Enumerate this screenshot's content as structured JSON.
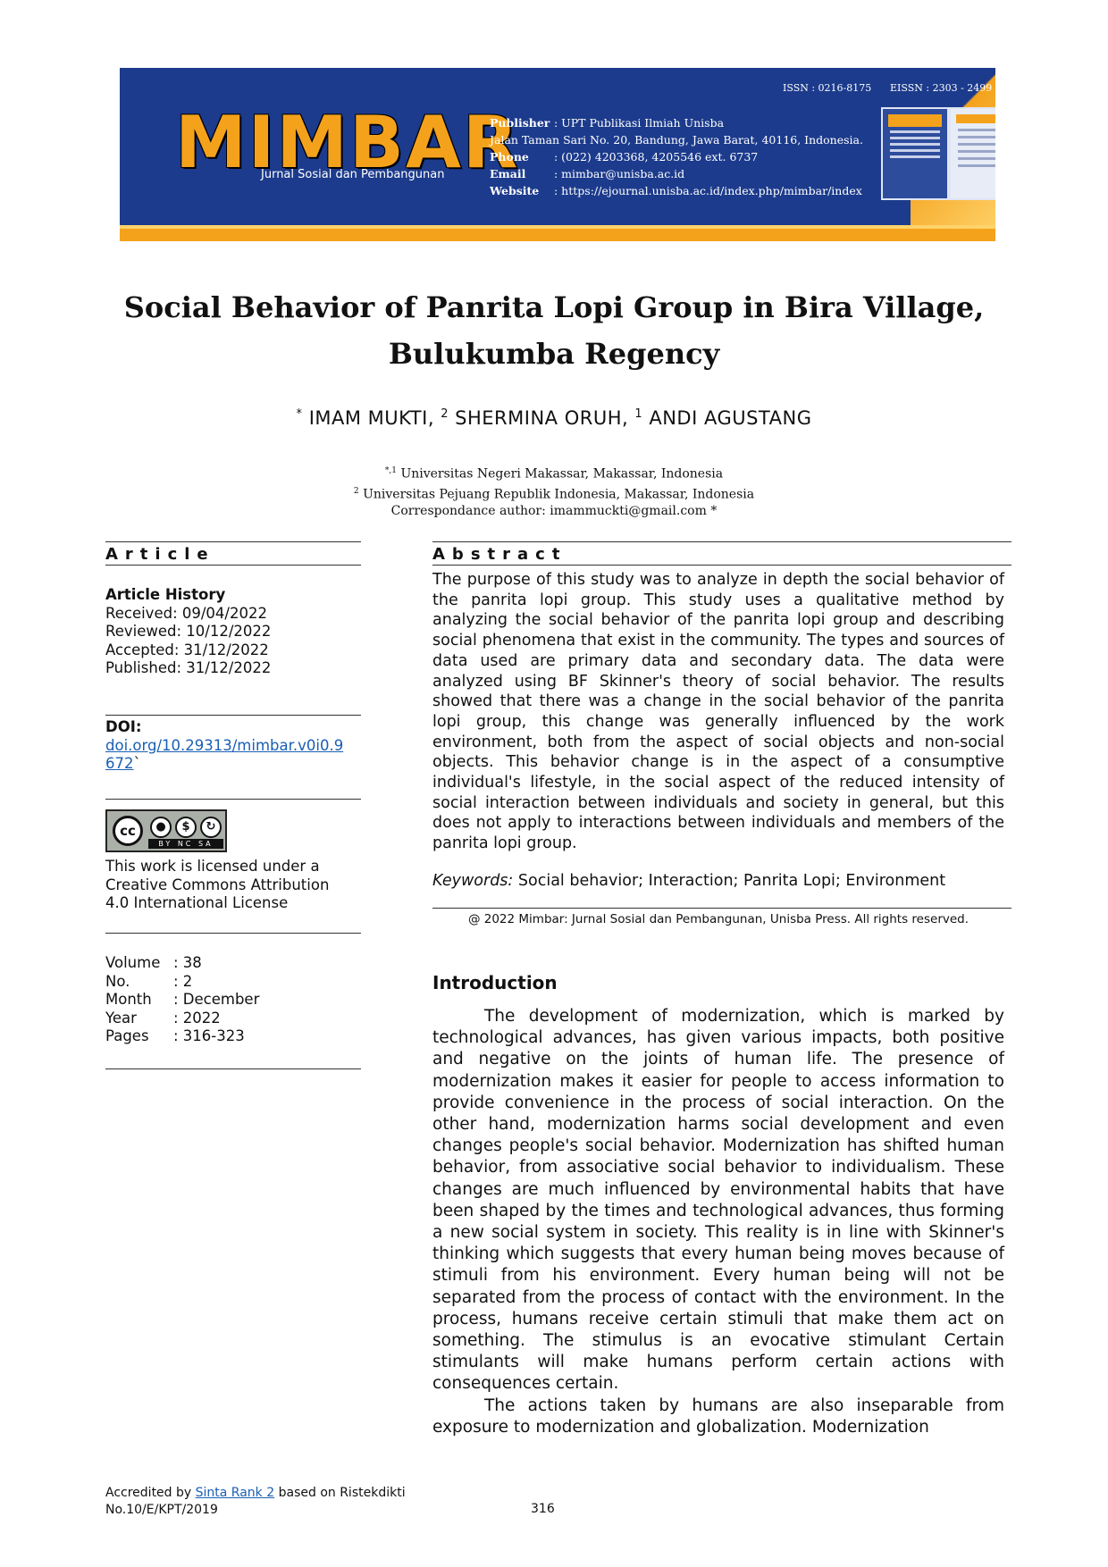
{
  "banner": {
    "logo": "MIMBAR",
    "logo_subtitle": "Jurnal Sosial dan Pembangunan",
    "issn": "ISSN : 0216-8175",
    "eissn": "EISSN : 2303 - 2499",
    "info": [
      {
        "label": "Publisher",
        "value": ": UPT Publikasi Ilmiah Unisba"
      },
      {
        "label": "",
        "value": "Jalan Taman Sari No. 20, Bandung, Jawa Barat, 40116, Indonesia."
      },
      {
        "label": "Phone",
        "value": ": (022) 4203368, 4205546 ext. 6737"
      },
      {
        "label": "Email",
        "value": ": mimbar@unisba.ac.id"
      },
      {
        "label": "Website",
        "value": ": https://ejournal.unisba.ac.id/index.php/mimbar/index"
      }
    ],
    "colors": {
      "navy": "#1c3b8c",
      "orange": "#f4a21c"
    }
  },
  "title": {
    "line1": "Social Behavior of Panrita Lopi Group in Bira Village,",
    "line2": "Bulukumba Regency"
  },
  "authors": [
    {
      "sup": "*",
      "name": "IMAM MUKTI,"
    },
    {
      "sup": "2",
      "name": "SHERMINA ORUH,"
    },
    {
      "sup": "1",
      "name": "ANDI AGUSTANG"
    }
  ],
  "affiliations": [
    {
      "sup": "*,1",
      "text": "Universitas Negeri Makassar, Makassar, Indonesia"
    },
    {
      "sup": "2",
      "text": "Universitas Pejuang Republik Indonesia, Makassar, Indonesia"
    },
    {
      "sup": "",
      "text": "Correspondance author: imammuckti@gmail.com *"
    }
  ],
  "article": {
    "heading": "Article",
    "history_heading": "Article History",
    "history": [
      "Received: 09/04/2022",
      "Reviewed: 10/12/2022",
      "Accepted: 31/12/2022",
      "Published: 31/12/2022"
    ],
    "doi_label": "DOI:",
    "doi_line1": "doi.org/10.29313/mimbar.v0i0.9",
    "doi_line2": "672",
    "doi_suffix": "`",
    "license_badge": {
      "cc": "cc",
      "bar": "BY NC SA"
    },
    "license_lines": [
      "This work is licensed under a",
      "Creative Commons Attribution",
      "4.0 International License"
    ],
    "volume_info": [
      {
        "key": "Volume",
        "value": ": 38"
      },
      {
        "key": "No.",
        "value": ": 2"
      },
      {
        "key": "Month",
        "value": ": December"
      },
      {
        "key": "Year",
        "value": ": 2022"
      },
      {
        "key": "Pages",
        "value": ": 316-323"
      }
    ]
  },
  "abstract": {
    "heading": "Abstract",
    "text": "The purpose of this study was to analyze in depth the social behavior of the panrita lopi group. This study uses a qualitative method by analyzing the social behavior of the panrita lopi group and describing social phenomena that exist in the community. The types and sources of data used are primary data and secondary data. The data were analyzed using BF Skinner's theory of social behavior. The results showed that there was a change in the social behavior of the panrita lopi group, this change was generally influenced by the work environment, both from the aspect of social objects and non-social objects. This behavior change is in the aspect of a consumptive individual's lifestyle, in the social aspect of the reduced intensity of social interaction between individuals and society in general, but this does not apply to interactions between individuals and members of the panrita lopi group.",
    "keywords_label": "Keywords:",
    "keywords": "Social behavior; Interaction; Panrita Lopi; Environment",
    "copyright": "@ 2022 Mimbar: Jurnal Sosial dan Pembangunan, Unisba Press. All rights reserved."
  },
  "introduction": {
    "heading": "Introduction",
    "paragraphs": [
      "The development of modernization, which is marked by technological advances, has given various impacts, both positive and negative on the joints of human life. The presence of modernization makes it easier for people to access information to provide convenience in the process of social interaction. On the other hand, modernization harms social development and even changes people's social behavior. Modernization has shifted human behavior, from associative social behavior to individualism. These changes are much influenced by environmental habits that have been shaped by the times and technological advances, thus forming a new social system in society. This reality is in line with Skinner's thinking which suggests that every human being moves because of stimuli from his environment. Every human being will not be separated from the process of contact with the environment. In the process, humans receive certain stimuli that make them act on something. The stimulus is an evocative stimulant Certain stimulants will make humans perform certain actions with consequences certain.",
      "The actions taken by humans are also inseparable from exposure to modernization and globalization. Modernization"
    ]
  },
  "footer": {
    "prefix": "Accredited by",
    "link": "Sinta Rank 2",
    "suffix": "based on Ristekdikti",
    "line2": "No.10/E/KPT/2019",
    "page_number": "316"
  }
}
